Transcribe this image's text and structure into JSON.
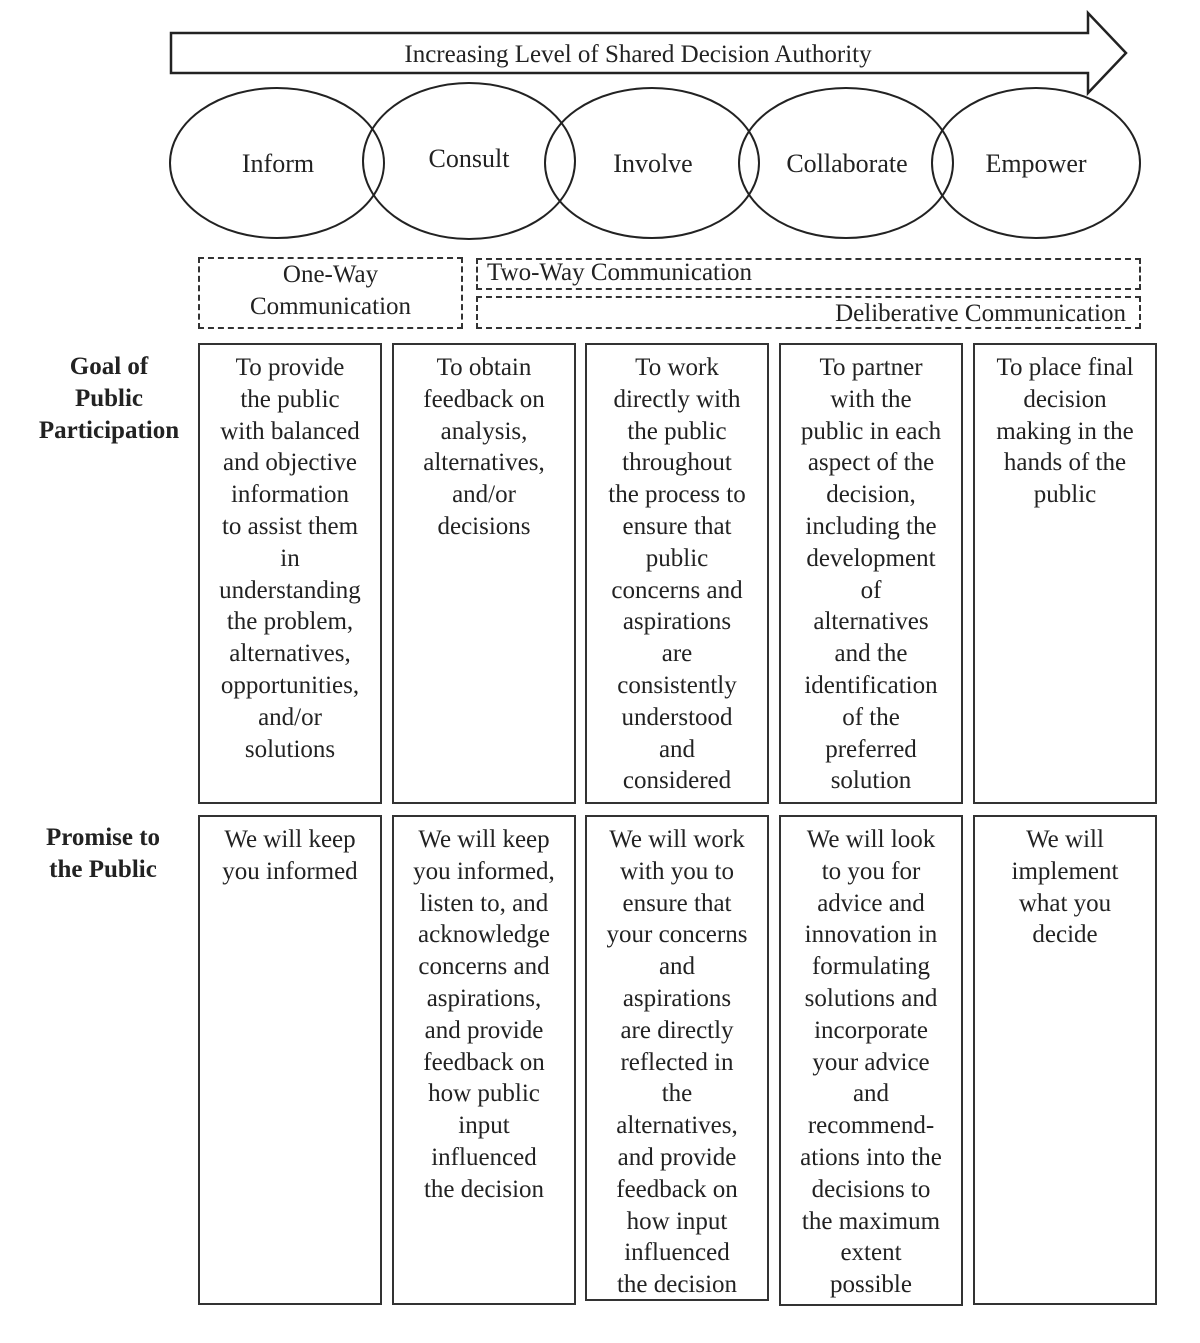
{
  "arrow_label": "Increasing Level of Shared Decision Authority",
  "levels": [
    "Inform",
    "Consult",
    "Involve",
    "Collaborate",
    "Empower"
  ],
  "communication": {
    "one_way": "One-Way\nCommunication",
    "two_way": "Two-Way Communication",
    "deliberative": "Deliberative Communication"
  },
  "rows": {
    "goal": {
      "label": "Goal of\nPublic\nParticipation",
      "cells": [
        "To provide\nthe public\nwith balanced\nand objective\ninformation\nto assist them\nin\nunderstanding\nthe problem,\nalternatives,\nopportunities,\nand/or\nsolutions",
        "To obtain\nfeedback on\nanalysis,\nalternatives,\nand/or\ndecisions",
        "To work\ndirectly with\nthe public\nthroughout\nthe process to\nensure that\npublic\nconcerns and\naspirations\nare\nconsistently\nunderstood\nand\nconsidered",
        "To partner\nwith the\npublic in each\naspect of the\ndecision,\nincluding the\ndevelopment\nof\nalternatives\nand the\nidentification\nof the\npreferred\nsolution",
        "To place final\ndecision\nmaking in the\nhands of the\npublic"
      ]
    },
    "promise": {
      "label": "Promise to\nthe Public",
      "cells": [
        "We will keep\nyou informed",
        "We will keep\nyou informed,\nlisten to, and\nacknowledge\nconcerns and\naspirations,\nand provide\nfeedback on\nhow public\ninput\ninfluenced\nthe decision",
        "We will work\nwith you to\nensure that\nyour concerns\nand\naspirations\nare directly\nreflected in\nthe\nalternatives,\nand provide\nfeedback on\nhow input\ninfluenced\nthe decision",
        "We will look\nto you for\nadvice and\ninnovation in\nformulating\nsolutions and\nincorporate\nyour advice\nand\nrecommend-\nations into the\ndecisions to\nthe maximum\nextent\npossible",
        "We will\nimplement\nwhat you\ndecide"
      ]
    }
  }
}
